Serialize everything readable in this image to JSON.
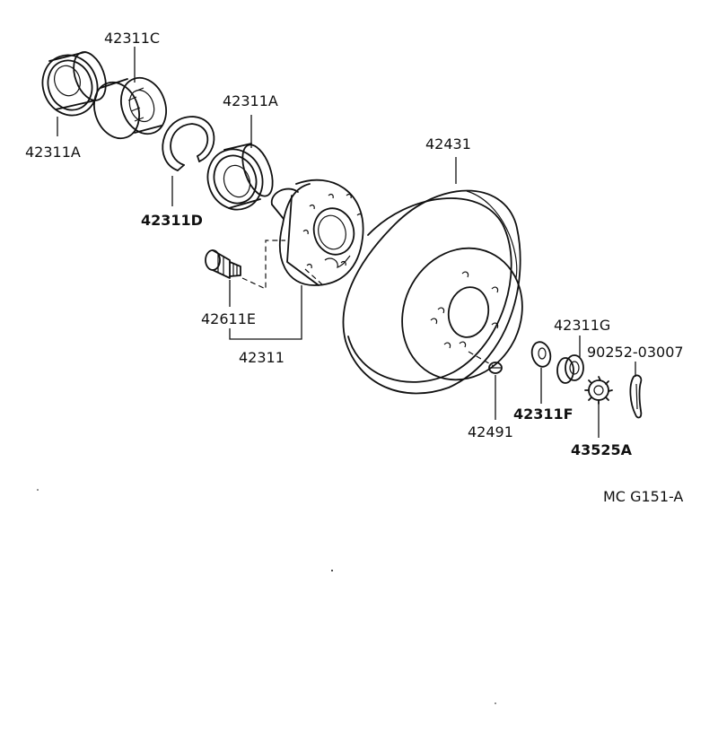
{
  "labels": {
    "bearing_c": "42311C",
    "seal_a_left": "42311A",
    "seal_a_right": "42311A",
    "snap_ring_d": "42311D",
    "hub_bolt": "42611E",
    "hub": "42311",
    "disc": "42431",
    "set_screw": "42491",
    "washer_f": "42311F",
    "nut_g": "42311G",
    "cotter_pin": "90252-03007",
    "nut_lock": "43525A"
  },
  "figure_code": "MC G151-A"
}
